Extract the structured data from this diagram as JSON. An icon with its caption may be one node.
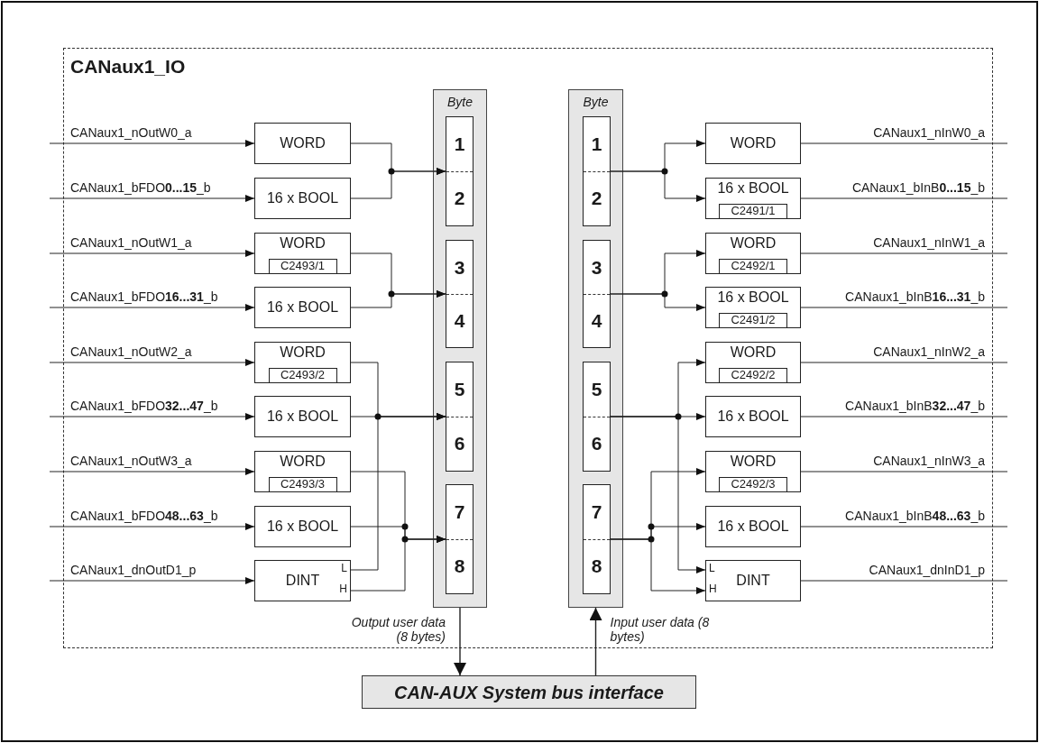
{
  "diagram": {
    "nodes": [
      {
        "text": [
          "CANaux1_IO"
        ]
      },
      {
        "text": [
          "Byte"
        ],
        "in": 0
      },
      {
        "text": [
          "1",
          "2"
        ],
        "in": 1
      },
      {
        "text": [
          "3",
          "4"
        ],
        "in": 1
      },
      {
        "text": [
          "5",
          "6"
        ],
        "in": 1
      },
      {
        "text": [
          "7",
          "8"
        ],
        "in": 1
      },
      {
        "text": [
          "Byte"
        ],
        "in": 0
      },
      {
        "text": [
          "1",
          "2"
        ],
        "in": 6
      },
      {
        "text": [
          "3",
          "4"
        ],
        "in": 6
      },
      {
        "text": [
          "5",
          "6"
        ],
        "in": 6
      },
      {
        "text": [
          "7",
          "8"
        ],
        "in": 6
      },
      {
        "text": [
          "WORD"
        ],
        "in": 0
      },
      {
        "text": [
          "16 x BOOL"
        ],
        "in": 0
      },
      {
        "text": [
          "WORD",
          "C2493/1"
        ],
        "in": 0
      },
      {
        "text": [
          "16 x BOOL"
        ],
        "in": 0
      },
      {
        "text": [
          "WORD",
          "C2493/2"
        ],
        "in": 0
      },
      {
        "text": [
          "16 x BOOL"
        ],
        "in": 0
      },
      {
        "text": [
          "WORD",
          "C2493/3"
        ],
        "in": 0
      },
      {
        "text": [
          "16 x BOOL"
        ],
        "in": 0
      },
      {
        "text": [
          "DINT",
          "L",
          "H"
        ],
        "in": 0
      },
      {
        "text": [
          "WORD"
        ],
        "in": 0
      },
      {
        "text": [
          "16 x BOOL",
          "C2491/1"
        ],
        "in": 0
      },
      {
        "text": [
          "WORD",
          "C2492/1"
        ],
        "in": 0
      },
      {
        "text": [
          "16 x BOOL",
          "C2491/2"
        ],
        "in": 0
      },
      {
        "text": [
          "WORD",
          "C2492/2"
        ],
        "in": 0
      },
      {
        "text": [
          "16 x BOOL"
        ],
        "in": 0
      },
      {
        "text": [
          "WORD",
          "C2492/3"
        ],
        "in": 0
      },
      {
        "text": [
          "16 x BOOL"
        ],
        "in": 0
      },
      {
        "text": [
          "DINT",
          "L",
          "H"
        ],
        "in": 0
      },
      {
        "text": [
          "CAN-AUX System bus interface"
        ]
      }
    ],
    "edges": [
      {
        "from": null,
        "to": 11,
        "arrow": "to",
        "label": "CANaux1_nOutW0_a"
      },
      {
        "from": null,
        "to": 12,
        "arrow": "to",
        "label": "CANaux1_bFDO**0...15**_b"
      },
      {
        "from": null,
        "to": 13,
        "arrow": "to",
        "label": "CANaux1_nOutW1_a"
      },
      {
        "from": null,
        "to": 14,
        "arrow": "to",
        "label": "CANaux1_bFDO**16...31**_b"
      },
      {
        "from": null,
        "to": 15,
        "arrow": "to",
        "label": "CANaux1_nOutW2_a"
      },
      {
        "from": null,
        "to": 16,
        "arrow": "to",
        "label": "CANaux1_bFDO**32...47**_b"
      },
      {
        "from": null,
        "to": 17,
        "arrow": "to",
        "label": "CANaux1_nOutW3_a"
      },
      {
        "from": null,
        "to": 18,
        "arrow": "to",
        "label": "CANaux1_bFDO**48...63**_b"
      },
      {
        "from": null,
        "to": 19,
        "arrow": "to",
        "label": "CANaux1_dnOutD1_p"
      },
      {
        "from": 11,
        "to": 2,
        "arrow": "to"
      },
      {
        "from": 12,
        "to": 2,
        "arrow": "to"
      },
      {
        "from": 13,
        "to": 3,
        "arrow": "to"
      },
      {
        "from": 14,
        "to": 3,
        "arrow": "to"
      },
      {
        "from": 15,
        "to": 4,
        "arrow": "to"
      },
      {
        "from": 16,
        "to": 4,
        "arrow": "to"
      },
      {
        "from": 19,
        "to": 4,
        "arrow": "to"
      },
      {
        "from": 17,
        "to": 5,
        "arrow": "to"
      },
      {
        "from": 18,
        "to": 5,
        "arrow": "to"
      },
      {
        "from": 19,
        "to": 5,
        "arrow": "to"
      },
      {
        "from": 7,
        "to": 20,
        "arrow": "to"
      },
      {
        "from": 7,
        "to": 21,
        "arrow": "to"
      },
      {
        "from": 8,
        "to": 22,
        "arrow": "to"
      },
      {
        "from": 8,
        "to": 23,
        "arrow": "to"
      },
      {
        "from": 9,
        "to": 24,
        "arrow": "to"
      },
      {
        "from": 9,
        "to": 25,
        "arrow": "to"
      },
      {
        "from": 9,
        "to": 28,
        "arrow": "to"
      },
      {
        "from": 10,
        "to": 26,
        "arrow": "to"
      },
      {
        "from": 10,
        "to": 27,
        "arrow": "to"
      },
      {
        "from": 10,
        "to": 28,
        "arrow": "to"
      },
      {
        "from": 20,
        "to": null,
        "arrow": "none",
        "label": "CANaux1_nInW0_a"
      },
      {
        "from": 21,
        "to": null,
        "arrow": "none",
        "label": "CANaux1_bInB**0...15**_b"
      },
      {
        "from": 22,
        "to": null,
        "arrow": "none",
        "label": "CANaux1_nInW1_a"
      },
      {
        "from": 23,
        "to": null,
        "arrow": "none",
        "label": "CANaux1_bInB**16...31**_b"
      },
      {
        "from": 24,
        "to": null,
        "arrow": "none",
        "label": "CANaux1_nInW2_a"
      },
      {
        "from": 25,
        "to": null,
        "arrow": "none",
        "label": "CANaux1_bInB**32...47**_b"
      },
      {
        "from": 26,
        "to": null,
        "arrow": "none",
        "label": "CANaux1_nInW3_a"
      },
      {
        "from": 27,
        "to": null,
        "arrow": "none",
        "label": "CANaux1_bInB**48...63**_b"
      },
      {
        "from": 28,
        "to": null,
        "arrow": "none",
        "label": "CANaux1_dnInD1_p"
      },
      {
        "from": 1,
        "to": 29,
        "arrow": "to",
        "label": "Output user data (8 bytes)"
      },
      {
        "from": 29,
        "to": 6,
        "arrow": "to",
        "label": "Input user data (8 bytes)"
      }
    ]
  }
}
